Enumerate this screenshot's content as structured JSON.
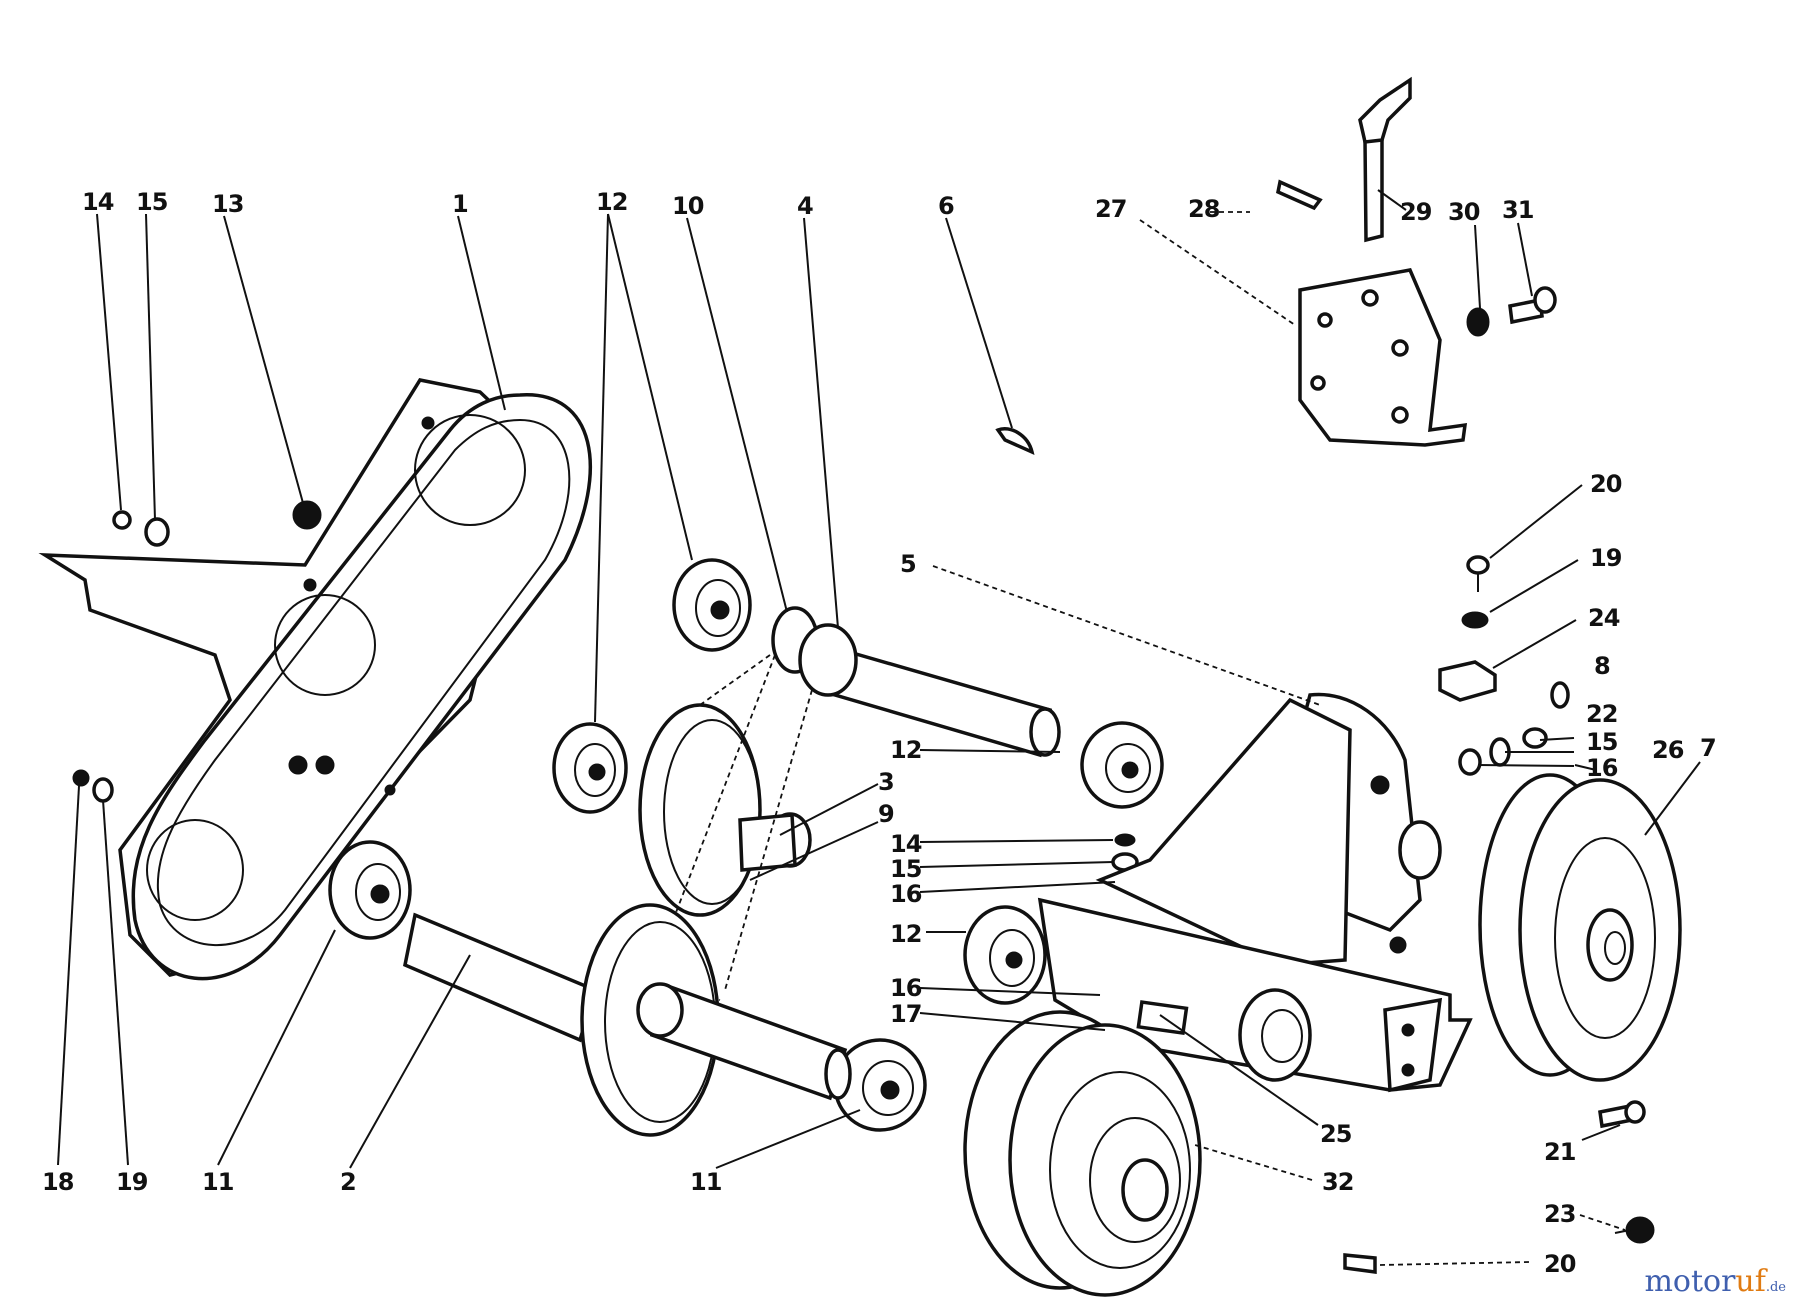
{
  "callouts": [
    {
      "id": "c14a",
      "text": "14"
    },
    {
      "id": "c15a",
      "text": "15"
    },
    {
      "id": "c13",
      "text": "13"
    },
    {
      "id": "c1",
      "text": "1"
    },
    {
      "id": "c12a",
      "text": "12"
    },
    {
      "id": "c10a",
      "text": "10"
    },
    {
      "id": "c4",
      "text": "4"
    },
    {
      "id": "c6",
      "text": "6"
    },
    {
      "id": "c27",
      "text": "27"
    },
    {
      "id": "c28",
      "text": "28"
    },
    {
      "id": "c29",
      "text": "29"
    },
    {
      "id": "c30",
      "text": "30"
    },
    {
      "id": "c31",
      "text": "31"
    },
    {
      "id": "c20a",
      "text": "20"
    },
    {
      "id": "c19a",
      "text": "19"
    },
    {
      "id": "c24",
      "text": "24"
    },
    {
      "id": "c8",
      "text": "8"
    },
    {
      "id": "c22",
      "text": "22"
    },
    {
      "id": "c15b",
      "text": "15"
    },
    {
      "id": "c16a",
      "text": "16"
    },
    {
      "id": "c26",
      "text": "26"
    },
    {
      "id": "c7",
      "text": "7"
    },
    {
      "id": "c5",
      "text": "5"
    },
    {
      "id": "c12b",
      "text": "12"
    },
    {
      "id": "c3",
      "text": "3"
    },
    {
      "id": "c9",
      "text": "9"
    },
    {
      "id": "c14b",
      "text": "14"
    },
    {
      "id": "c15c",
      "text": "15"
    },
    {
      "id": "c16b",
      "text": "16"
    },
    {
      "id": "c12c",
      "text": "12"
    },
    {
      "id": "c16c",
      "text": "16"
    },
    {
      "id": "c17",
      "text": "17"
    },
    {
      "id": "c18",
      "text": "18"
    },
    {
      "id": "c19b",
      "text": "19"
    },
    {
      "id": "c11a",
      "text": "11"
    },
    {
      "id": "c2",
      "text": "2"
    },
    {
      "id": "c11b",
      "text": "11"
    },
    {
      "id": "c25",
      "text": "25"
    },
    {
      "id": "c32",
      "text": "32"
    },
    {
      "id": "c21",
      "text": "21"
    },
    {
      "id": "c23",
      "text": "23"
    },
    {
      "id": "c20b",
      "text": "20"
    }
  ],
  "watermark": {
    "part1": "motor",
    "part2": "uf",
    "part3": ".de"
  }
}
